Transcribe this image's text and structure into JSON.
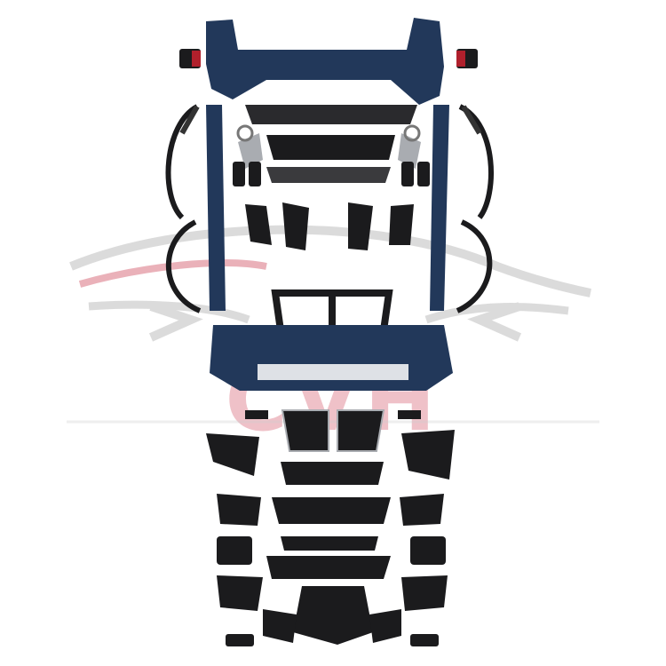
{
  "watermark": {
    "text": "CVH",
    "color": "#c42238",
    "logo_icon": "car-swoosh-logo"
  },
  "colors": {
    "bumper_blue": "#22385a",
    "trim_black": "#1b1b1d",
    "chrome": "#a9acb1",
    "background": "#ffffff"
  },
  "parts": [
    "rear-bumper",
    "rear-reflector-left",
    "rear-reflector-right",
    "side-skirt-left",
    "side-skirt-right",
    "rear-diffuser",
    "exhaust-tips-left",
    "exhaust-tips-right",
    "wheel-arch-flares",
    "rear-brackets",
    "kidney-grille-frame",
    "front-bumper",
    "kidney-grille",
    "front-brackets",
    "lower-grilles",
    "fog-light-trims",
    "underbody-shields"
  ]
}
